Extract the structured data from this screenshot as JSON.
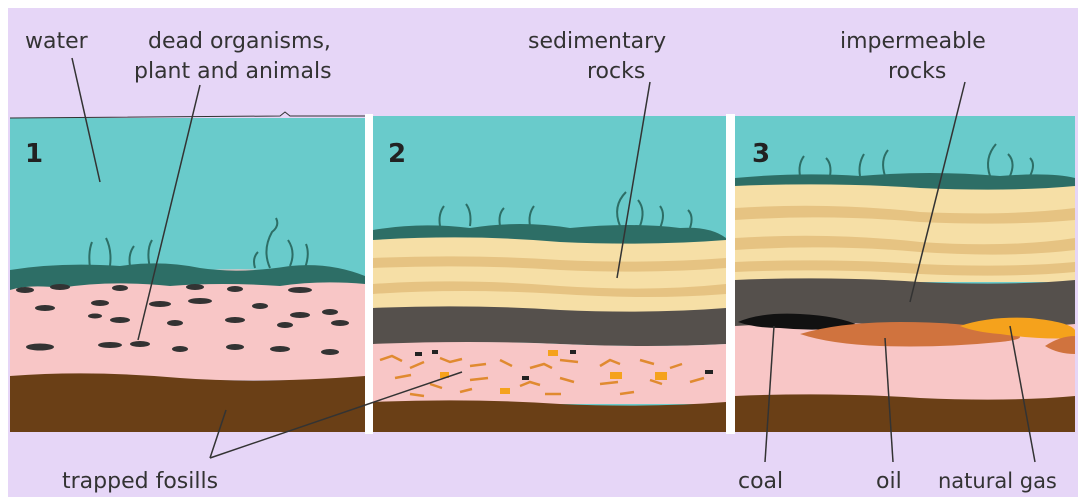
{
  "labels": {
    "water": "water",
    "dead_organisms_line1": "dead organisms,",
    "dead_organisms_line2": "plant and animals",
    "sedimentary_line1": "sedimentary",
    "sedimentary_line2": "rocks",
    "impermeable_line1": "impermeable",
    "impermeable_line2": "rocks",
    "trapped_fossils": "trapped fosills",
    "coal": "coal",
    "oil": "oil",
    "natural_gas": "natural gas"
  },
  "panels": [
    {
      "number": "1"
    },
    {
      "number": "2"
    },
    {
      "number": "3"
    }
  ],
  "colors": {
    "background": "#e6d6f7",
    "water": "#69cbcb",
    "sea_floor_plants": "#2d6e66",
    "sand_light": "#f6dfa6",
    "sand_dark": "#e6c382",
    "pink_sediment": "#f8c6c6",
    "bedrock": "#6a3f16",
    "impermeable_rock": "#55504c",
    "coal": "#111111",
    "oil": "#d0733e",
    "natural_gas": "#f5a21c",
    "debris": "#333333",
    "fossil_orange": "#e08a30"
  }
}
